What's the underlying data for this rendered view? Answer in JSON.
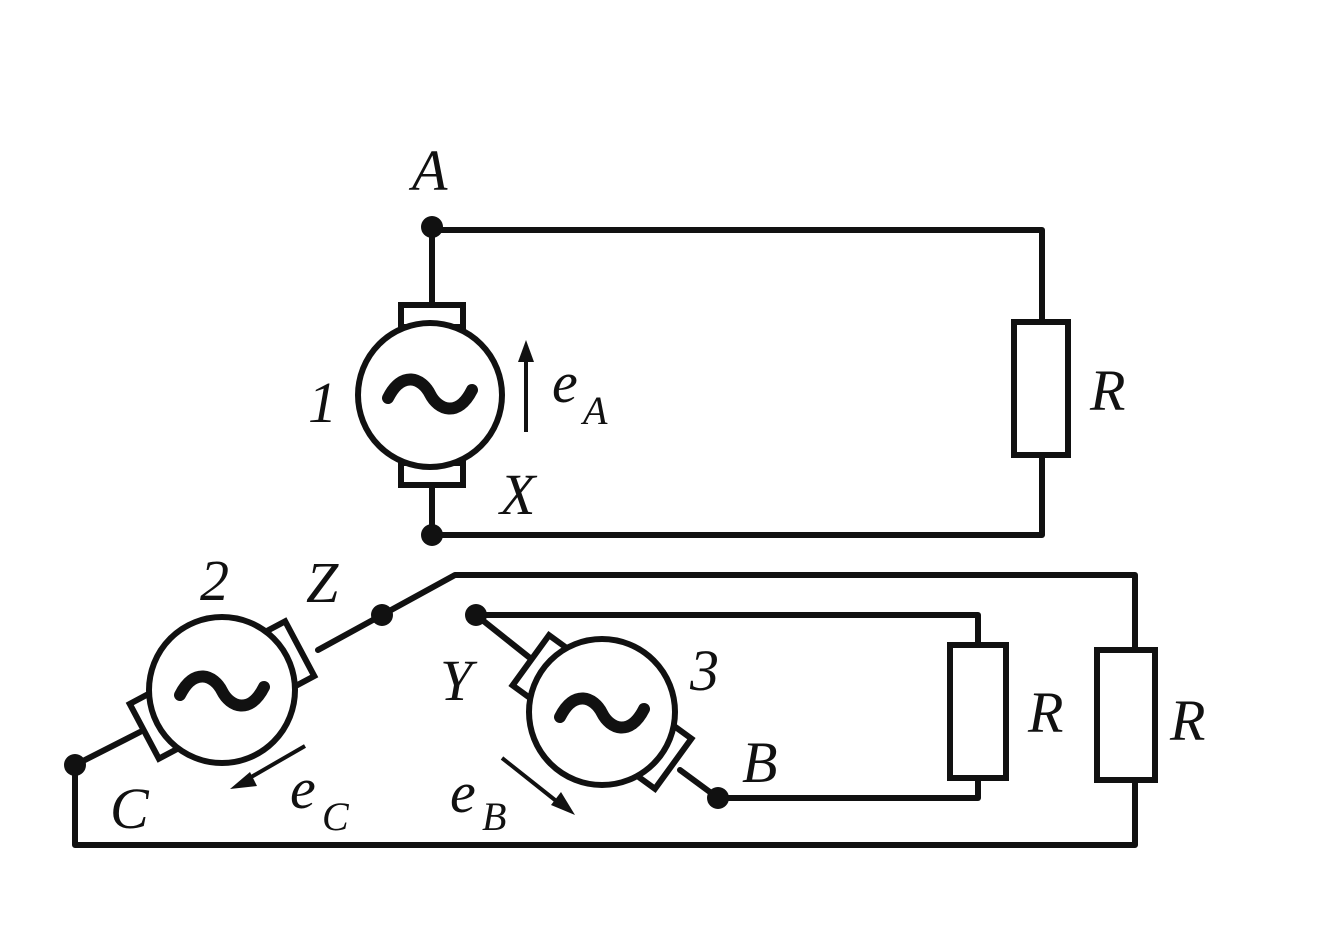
{
  "labels": {
    "A": "A",
    "X": "X",
    "one": "1",
    "eA": "e",
    "eA_sub": "A",
    "R_top": "R",
    "two": "2",
    "Z": "Z",
    "C": "C",
    "eC": "e",
    "eC_sub": "C",
    "Y": "Y",
    "three": "3",
    "B": "B",
    "eB": "e",
    "eB_sub": "B",
    "R_mid": "R",
    "R_right": "R"
  },
  "colors": {
    "ink": "#111111",
    "paper": "#ffffff"
  }
}
